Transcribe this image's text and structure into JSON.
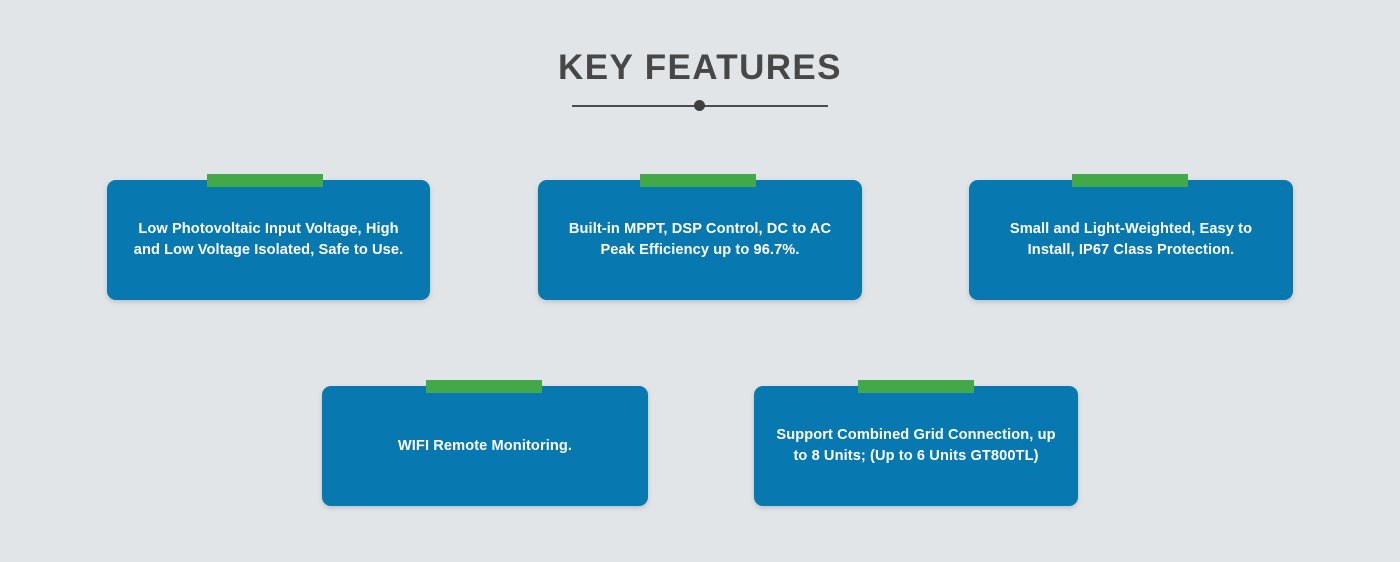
{
  "theme": {
    "background": "#e1e5e8",
    "card_blue": "#0779b0",
    "tab_green": "#43a948",
    "title_gray": "#474747",
    "card_text": "#ffffff"
  },
  "header": {
    "title": "KEY FEATURES"
  },
  "features": [
    {
      "id": "low-photovoltaic-input-voltage",
      "text": "Low Photovoltaic Input Voltage, High and Low Voltage Isolated, Safe to Use."
    },
    {
      "id": "built-in-mppt",
      "text": "Built-in MPPT, DSP Control, DC to AC Peak Efficiency up to 96.7%."
    },
    {
      "id": "small-and-light-weighted",
      "text": "Small and Light-Weighted, Easy to Install, IP67 Class Protection."
    },
    {
      "id": "wifi-remote-monitoring",
      "text": "WIFI Remote Monitoring."
    },
    {
      "id": "support-combined-grid-connection",
      "text": "Support Combined Grid Connection, up to 8 Units; (Up to 6 Units GT800TL)"
    }
  ]
}
